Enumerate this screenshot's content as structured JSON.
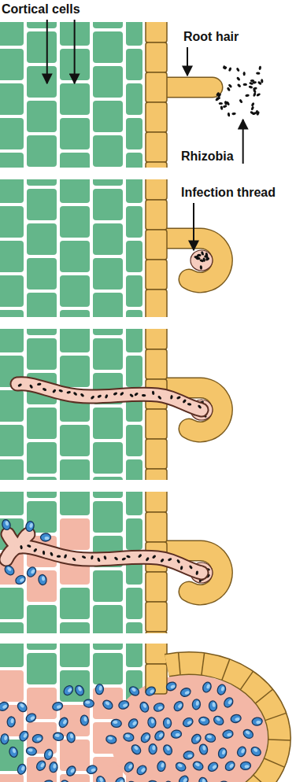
{
  "diagram": {
    "labels": [
      "Cortical cells",
      "Root hair",
      "Rhizobia",
      "Infection thread"
    ]
  }
}
